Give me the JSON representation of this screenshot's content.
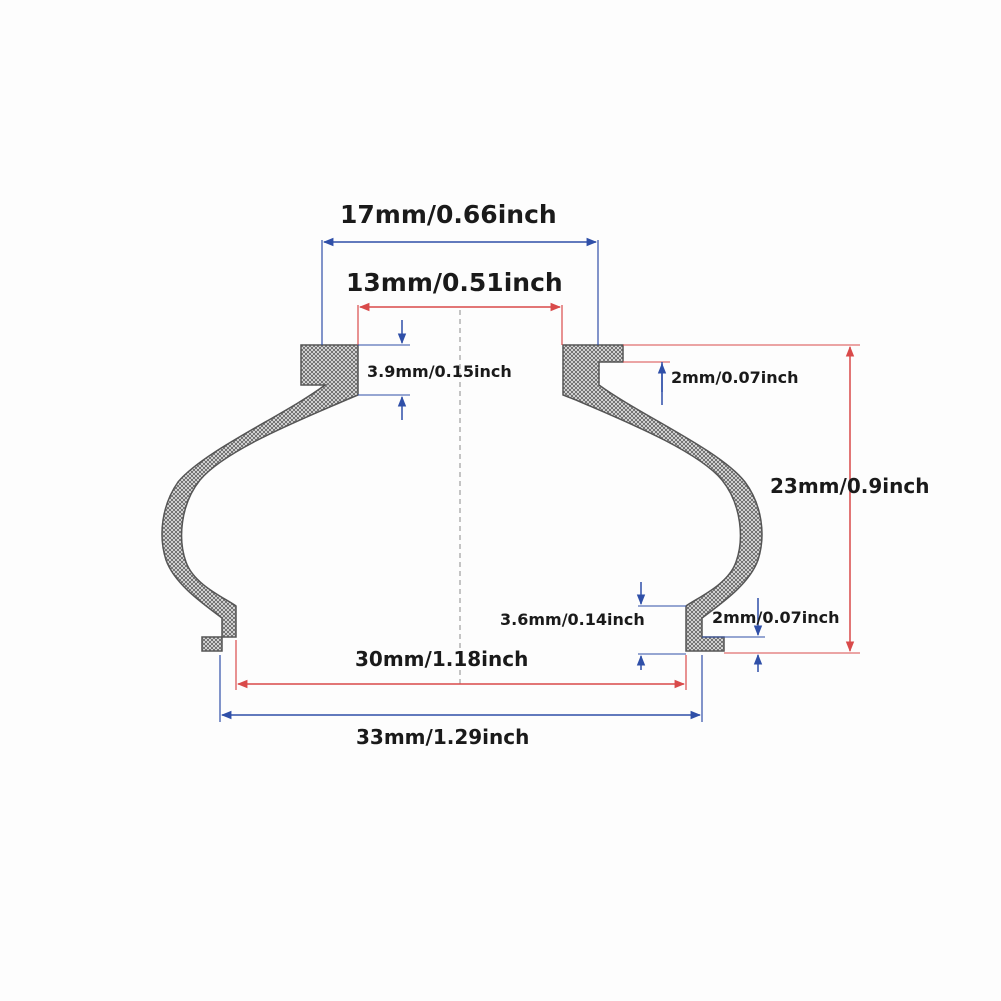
{
  "dimensions": {
    "top_outer_diameter": "17mm/0.66inch",
    "top_inner_diameter": "13mm/0.51inch",
    "top_groove_depth": "3.9mm/0.15inch",
    "top_flange_thickness": "2mm/0.07inch",
    "overall_height": "23mm/0.9inch",
    "bottom_groove_depth": "3.6mm/0.14inch",
    "bottom_flange_thickness": "2mm/0.07inch",
    "bottom_inner_diameter": "30mm/1.18inch",
    "bottom_outer_diameter": "33mm/1.29inch"
  },
  "colors": {
    "blue_dimension_line": "#2f4fa8",
    "red_dimension_line": "#d94a4a",
    "part_hatch": "#6a6a6a",
    "background": "#fdfdfd"
  }
}
